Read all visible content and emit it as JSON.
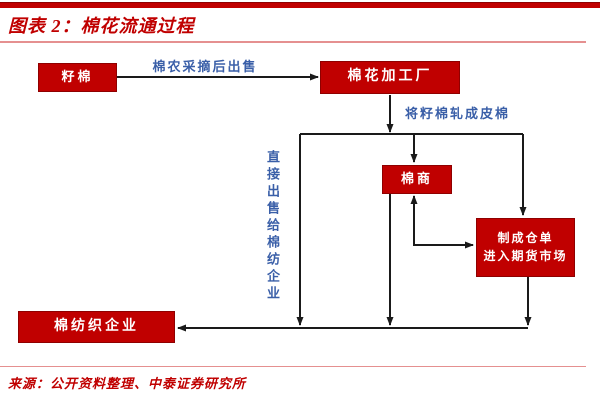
{
  "title": "图表 2：棉花流通过程",
  "nodes": {
    "seed_cotton": "籽棉",
    "processing_plant": "棉花加工厂",
    "merchant": "棉商",
    "warehouse_receipt_line1": "制成仓单",
    "warehouse_receipt_line2": "进入期货市场",
    "textile_enterprise": "棉纺织企业"
  },
  "edge_labels": {
    "pick_and_sell": "棉农采摘后出售",
    "gin_into_lint": "将籽棉轧成皮棉",
    "direct_sell": "直接出售给棉纺企业"
  },
  "source": "来源：公开资料整理、中泰证券研究所",
  "colors": {
    "box_fill": "#C00000",
    "box_border": "#8F0000",
    "title_red": "#C00000",
    "label_blue": "#3A5FA8",
    "arrow": "#1A1A1A",
    "rule_pink": "#E59090"
  }
}
